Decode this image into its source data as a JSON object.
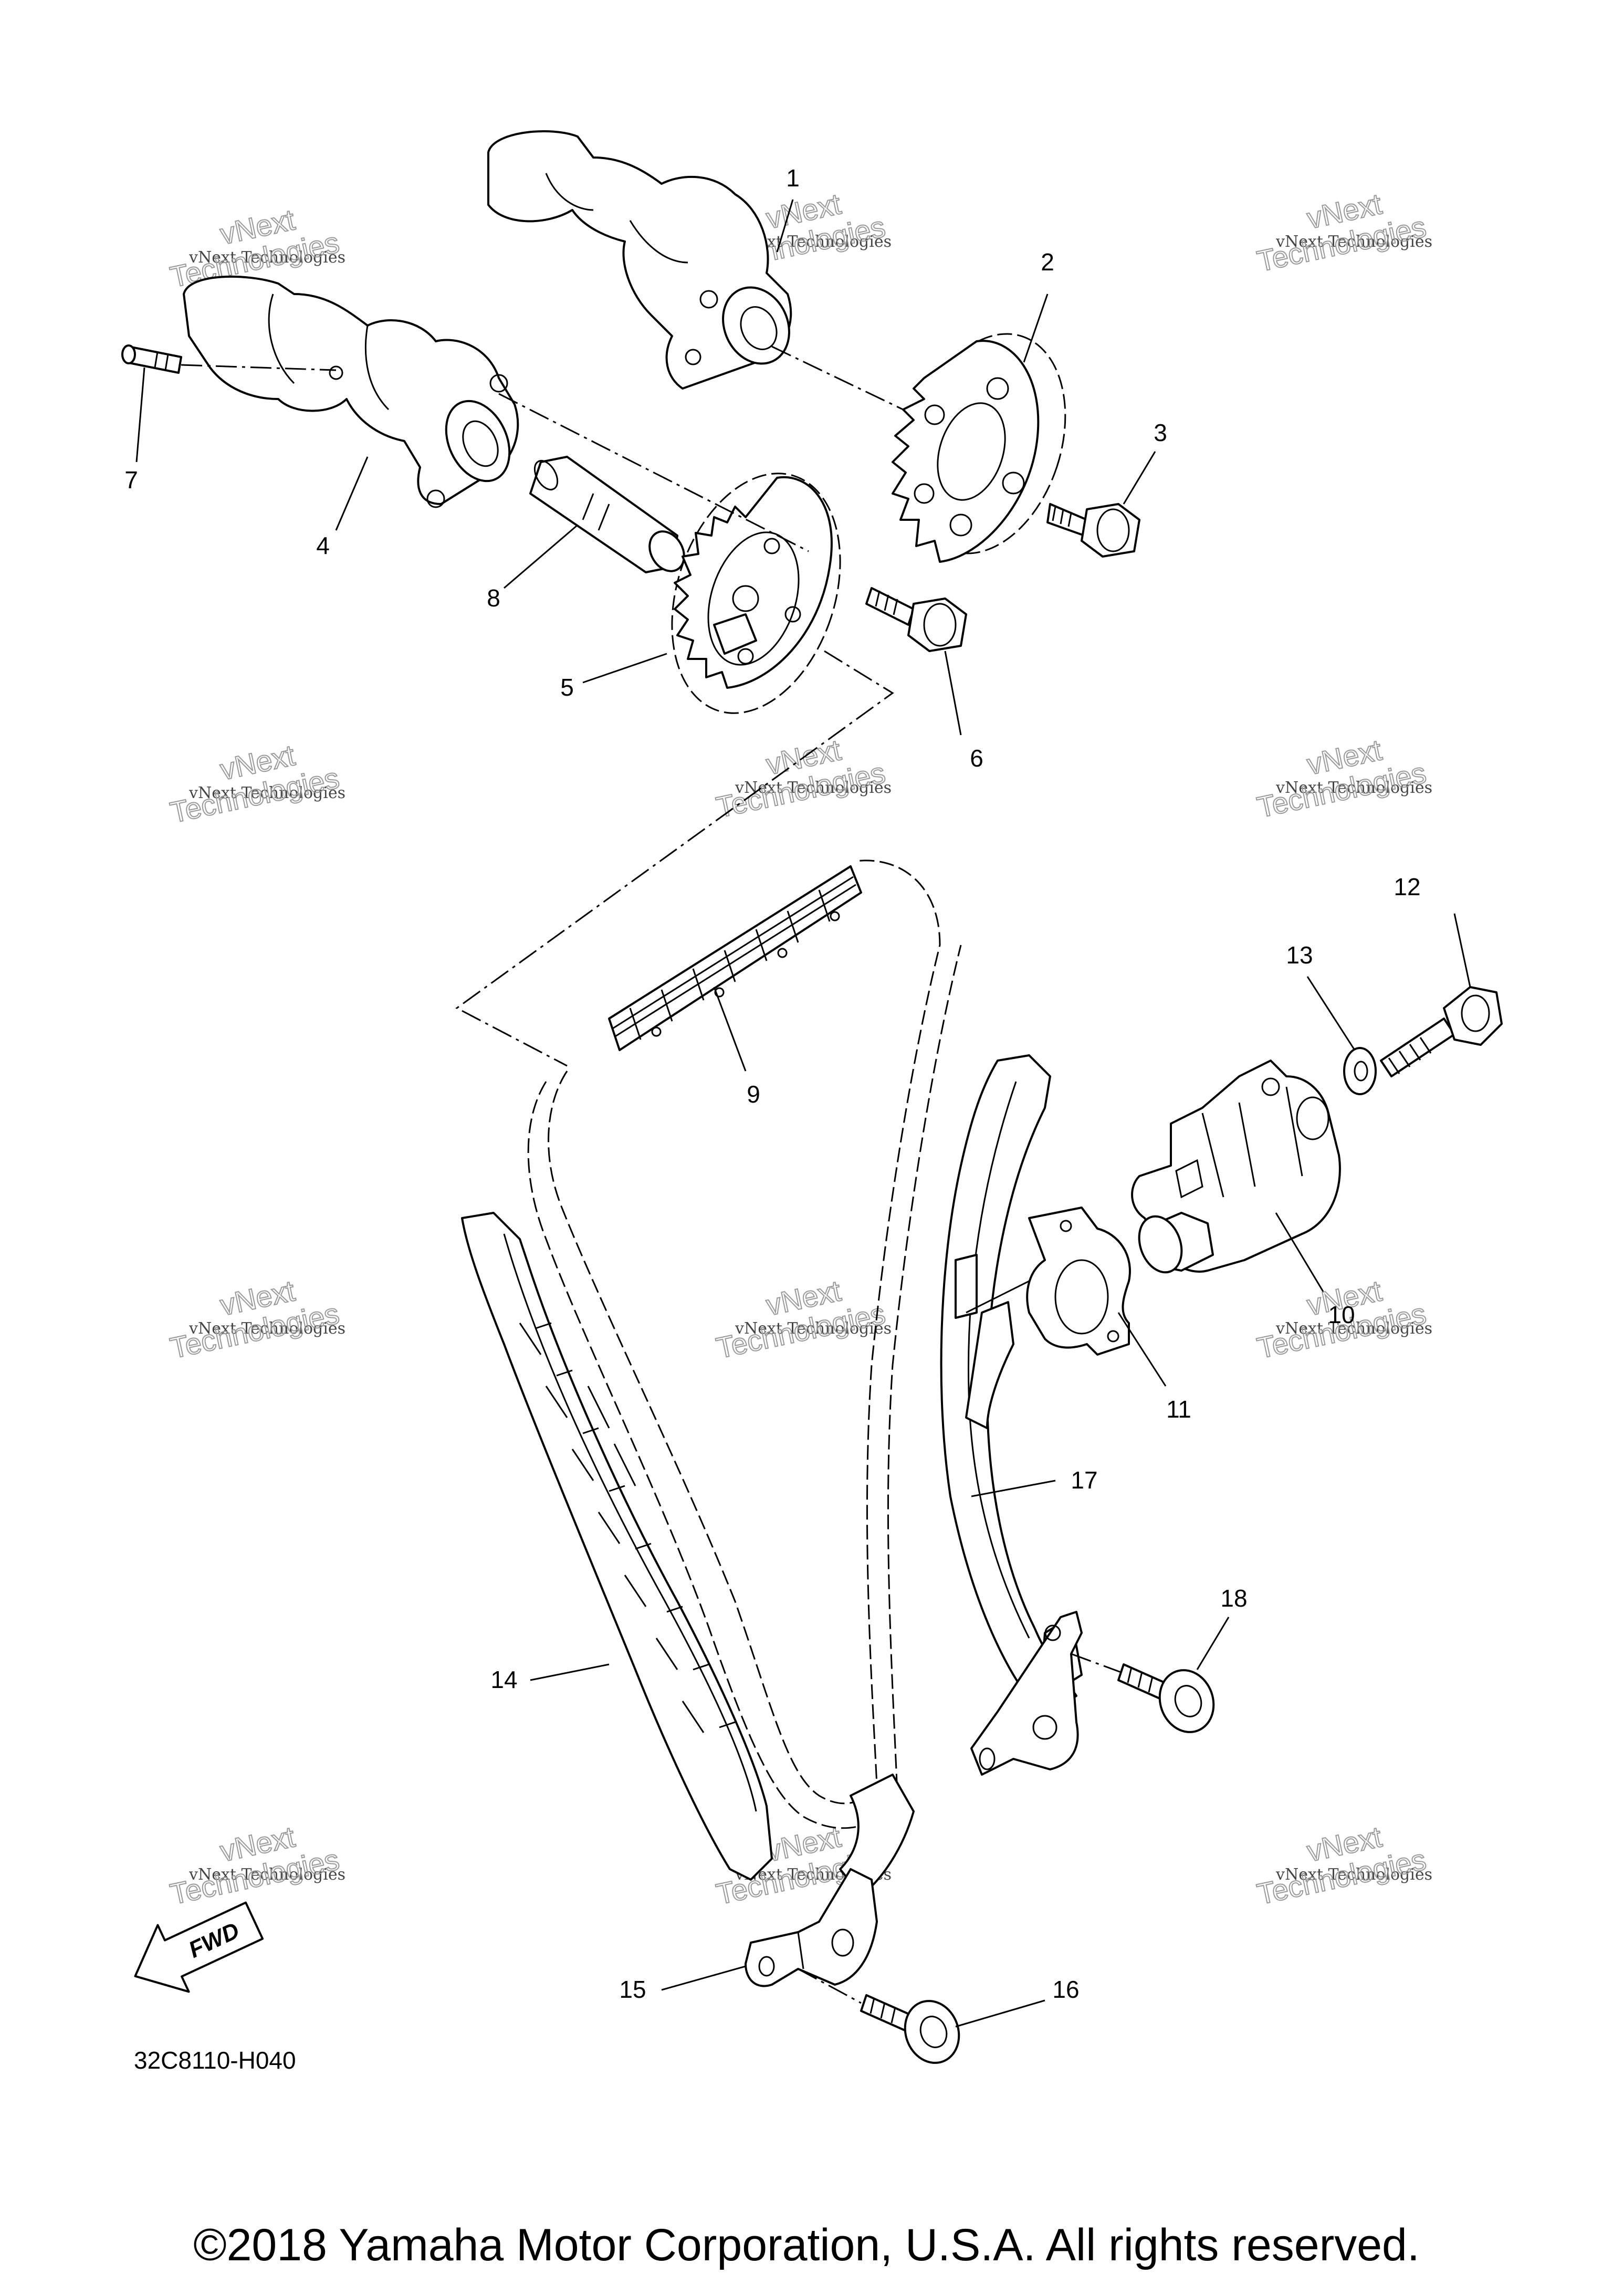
{
  "callouts": [
    {
      "id": "1",
      "label": "1"
    },
    {
      "id": "2",
      "label": "2"
    },
    {
      "id": "3",
      "label": "3"
    },
    {
      "id": "4",
      "label": "4"
    },
    {
      "id": "5",
      "label": "5"
    },
    {
      "id": "6",
      "label": "6"
    },
    {
      "id": "7",
      "label": "7"
    },
    {
      "id": "8",
      "label": "8"
    },
    {
      "id": "9",
      "label": "9"
    },
    {
      "id": "10",
      "label": "10"
    },
    {
      "id": "11",
      "label": "11"
    },
    {
      "id": "12",
      "label": "12"
    },
    {
      "id": "13",
      "label": "13"
    },
    {
      "id": "14",
      "label": "14"
    },
    {
      "id": "15",
      "label": "15"
    },
    {
      "id": "16",
      "label": "16"
    },
    {
      "id": "17",
      "label": "17"
    },
    {
      "id": "18",
      "label": "18"
    }
  ],
  "watermark": {
    "line1": "vNext Technologies",
    "line2": "Technologies",
    "line3": "vNext"
  },
  "fwd_label": "FWD",
  "part_code": "32C8110-H040",
  "copyright": "©2018 Yamaha Motor Corporation, U.S.A. All rights reserved."
}
